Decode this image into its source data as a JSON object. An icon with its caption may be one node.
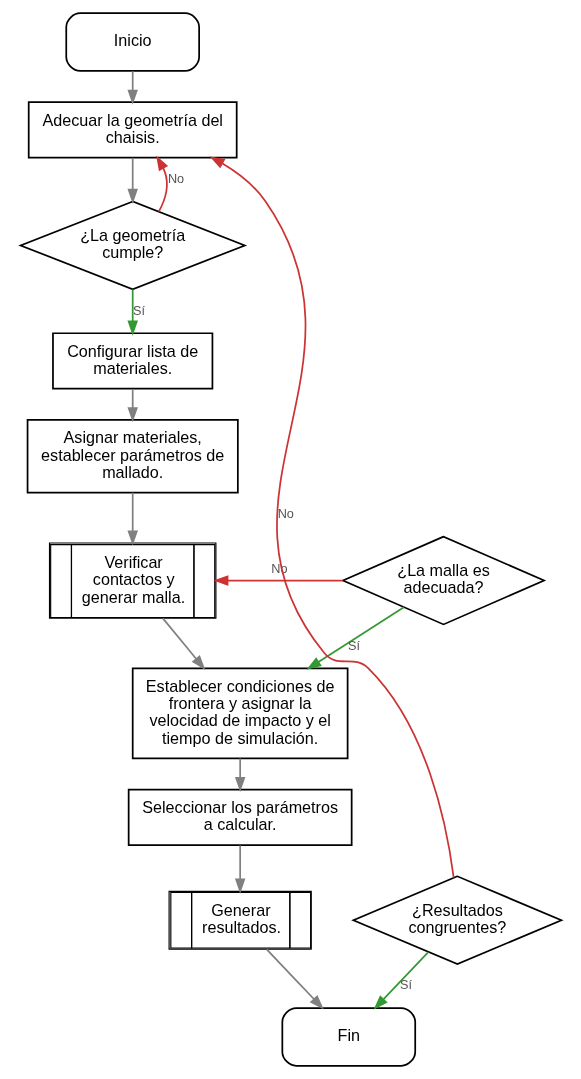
{
  "diagram": {
    "nodes": [
      {
        "text": [
          "Inicio"
        ]
      },
      {
        "text": [
          "Adecuar la geometría del chaisis."
        ]
      },
      {
        "text": [
          "¿La geometría cumple?"
        ]
      },
      {
        "text": [
          "Configurar lista de materiales."
        ]
      },
      {
        "text": [
          "Asignar materiales, establecer parámetros de mallado."
        ]
      },
      {
        "text": [
          "Verificar contactos y generar malla."
        ]
      },
      {
        "text": [
          "¿La malla es adecuada?"
        ]
      },
      {
        "text": [
          "Establecer condiciones de frontera y asignar la velocidad de impacto y el tiempo de simulación."
        ]
      },
      {
        "text": [
          "Seleccionar los parámetros a calcular."
        ]
      },
      {
        "text": [
          "¿Resultados congruentes?"
        ]
      },
      {
        "text": [
          "Generar resultados."
        ]
      },
      {
        "text": [
          "Fin"
        ]
      }
    ],
    "edges": [
      {
        "from": 0,
        "to": 1,
        "arrow": "to"
      },
      {
        "from": 1,
        "to": 2,
        "arrow": "to"
      },
      {
        "from": 2,
        "to": 1,
        "arrow": "to",
        "label": "No",
        "color": "#cc3333"
      },
      {
        "from": 2,
        "to": 3,
        "arrow": "to",
        "label": "Sí",
        "color": "#339933"
      },
      {
        "from": 3,
        "to": 4,
        "arrow": "to"
      },
      {
        "from": 4,
        "to": 5,
        "arrow": "to"
      },
      {
        "from": 6,
        "to": 5,
        "arrow": "to",
        "label": "No",
        "color": "#cc3333"
      },
      {
        "from": 6,
        "to": 7,
        "arrow": "to",
        "label": "Sí",
        "color": "#339933"
      },
      {
        "from": 5,
        "to": 7,
        "arrow": "to"
      },
      {
        "from": 7,
        "to": 8,
        "arrow": "to"
      },
      {
        "from": 8,
        "to": 10,
        "arrow": "to"
      },
      {
        "from": 9,
        "to": 1,
        "arrow": "to",
        "label": "No",
        "color": "#cc3333"
      },
      {
        "from": 9,
        "to": 11,
        "arrow": "to",
        "label": "Sí",
        "color": "#339933"
      },
      {
        "from": 10,
        "to": 11,
        "arrow": "to"
      }
    ]
  }
}
